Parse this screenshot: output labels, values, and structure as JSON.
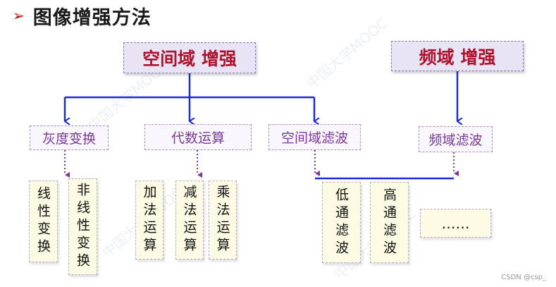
{
  "title": {
    "bullet": "➢",
    "text": "图像增强方法"
  },
  "top": {
    "spatial": "空间域 增强",
    "frequency": "频域 增强"
  },
  "mid": {
    "gray": "灰度变换",
    "algebra": "代数运算",
    "spatial_filter": "空间域滤波",
    "freq_filter": "频域滤波"
  },
  "leaf": {
    "linear": "线性变换",
    "nonlinear": "非线性变换",
    "add": "加法运算",
    "sub": "减法运算",
    "mul": "乘法运算",
    "lowpass": "低通滤波",
    "highpass": "高通滤波",
    "more": "……"
  },
  "watermark": "中国大学MOOC",
  "credit": "CSDN @csp_",
  "colors": {
    "arrow": "#1d2bd6",
    "dotted": "#7b3a98",
    "title_red": "#b0122c"
  }
}
